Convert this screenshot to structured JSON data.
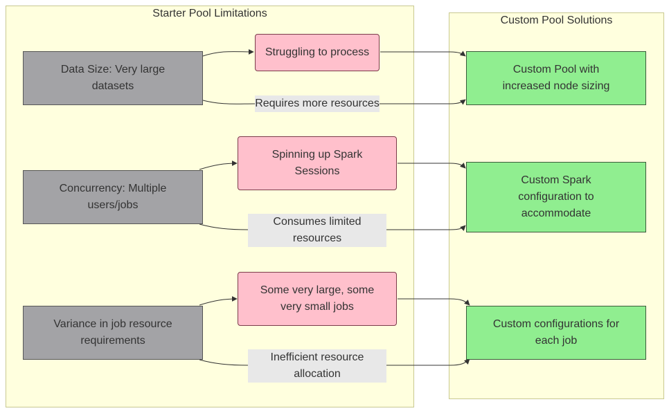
{
  "clusters": {
    "starter": {
      "title": "Starter Pool Limitations"
    },
    "custom": {
      "title": "Custom Pool Solutions"
    }
  },
  "limitations": [
    {
      "label": "Data Size: Very large datasets",
      "problem": "Struggling to process",
      "edge_label": "Requires more resources"
    },
    {
      "label": "Concurrency: Multiple users/jobs",
      "problem": "Spinning up Spark Sessions",
      "edge_label": "Consumes limited resources"
    },
    {
      "label": "Variance in job resource requirements",
      "problem": "Some very large, some very small jobs",
      "edge_label": "Inefficient resource allocation"
    }
  ],
  "solutions": [
    {
      "label": "Custom Pool with increased node sizing"
    },
    {
      "label": "Custom Spark configuration to accommodate"
    },
    {
      "label": "Custom configurations for each job"
    }
  ],
  "colors": {
    "cluster_fill": "#ffffde",
    "limitation_fill": "#a3a3a6",
    "problem_fill": "#ffc0cc",
    "solution_fill": "#90ee90",
    "edge_label_fill": "#e8e8e8",
    "edge": "#333333"
  }
}
